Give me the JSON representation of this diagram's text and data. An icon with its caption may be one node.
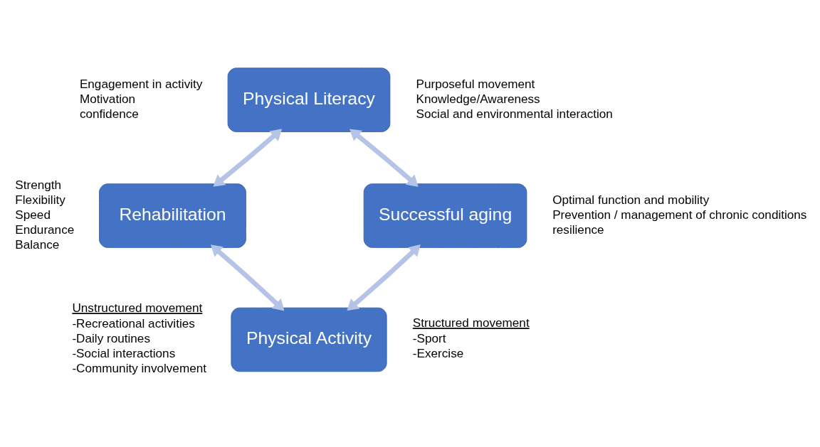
{
  "diagram": {
    "nodes": [
      {
        "text": [
          "Physical Literacy"
        ],
        "beside": [
          "Engagement in activity",
          "Motivation",
          "confidence",
          "Purposeful movement",
          "Knowledge/Awareness",
          "Social and environmental interaction"
        ]
      },
      {
        "text": [
          "Rehabilitation"
        ],
        "beside": [
          "Strength",
          "Flexibility",
          "Speed",
          "Endurance",
          "Balance"
        ]
      },
      {
        "text": [
          "Successful aging"
        ],
        "beside": [
          "Optimal function and mobility",
          "Prevention / management of chronic conditions",
          "resilience"
        ]
      },
      {
        "text": [
          "Physical Activity"
        ],
        "beside": [
          "Unstructured movement",
          "-Recreational activities",
          "-Daily routines",
          "-Social interactions",
          "-Community involvement",
          "Structured movement",
          "-Sport",
          "-Exercise"
        ]
      }
    ],
    "edges": [
      {
        "from": 0,
        "to": 2,
        "arrow": "both"
      },
      {
        "from": 2,
        "to": 3,
        "arrow": "both"
      },
      {
        "from": 3,
        "to": 1,
        "arrow": "both"
      },
      {
        "from": 1,
        "to": 0,
        "arrow": "both"
      }
    ]
  }
}
